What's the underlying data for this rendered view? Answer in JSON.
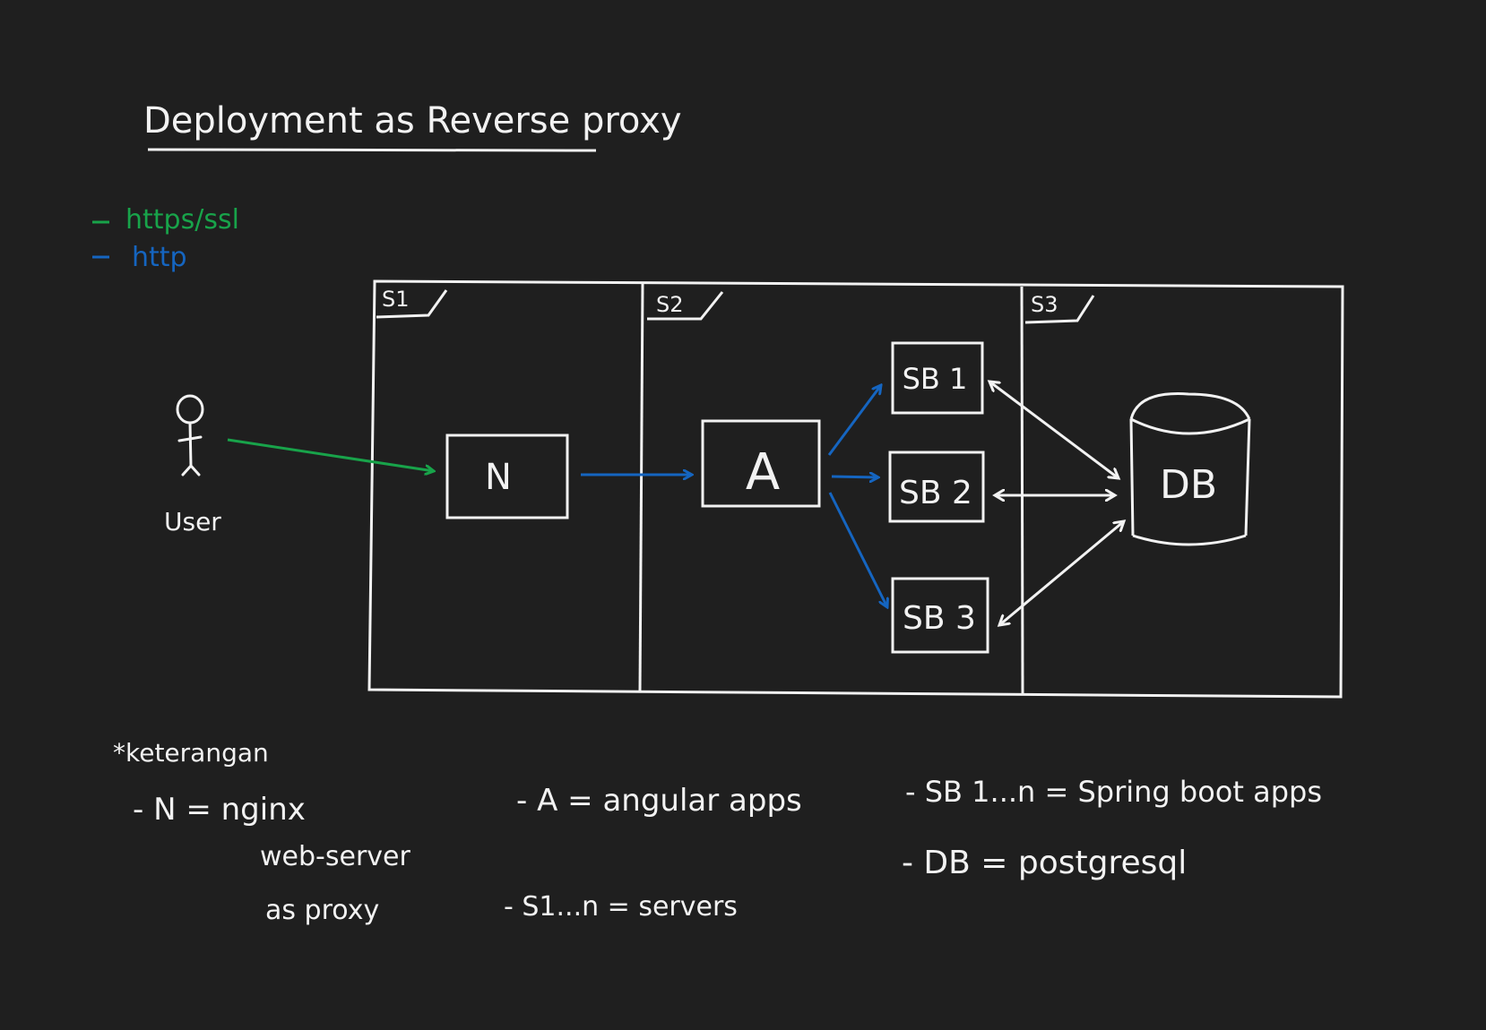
{
  "title": "Deployment as Reverse proxy",
  "legend": [
    {
      "label": "https/ssl",
      "color": "#18a34a"
    },
    {
      "label": "http",
      "color": "#1565c0"
    }
  ],
  "colors": {
    "background": "#1f1f1f",
    "stroke": "#f2f2f2",
    "https": "#18a34a",
    "http": "#1565c0"
  },
  "actor": {
    "label": "User",
    "icon": "stick-figure-icon"
  },
  "servers": [
    {
      "label": "S1"
    },
    {
      "label": "S2"
    },
    {
      "label": "S3"
    }
  ],
  "nodes": {
    "nginx": "N",
    "angular": "A",
    "sb1": "SB 1",
    "sb2": "SB 2",
    "sb3": "SB 3",
    "db": "DB"
  },
  "notes": {
    "heading": "*keterangan",
    "n_line1": "- N = nginx",
    "n_line2": "web-server",
    "n_line3": "as proxy",
    "a_line": "- A = angular apps",
    "s_line": "- S1...n = servers",
    "sb_line": "- SB 1...n = Spring boot apps",
    "db_line": "- DB = postgresql"
  }
}
